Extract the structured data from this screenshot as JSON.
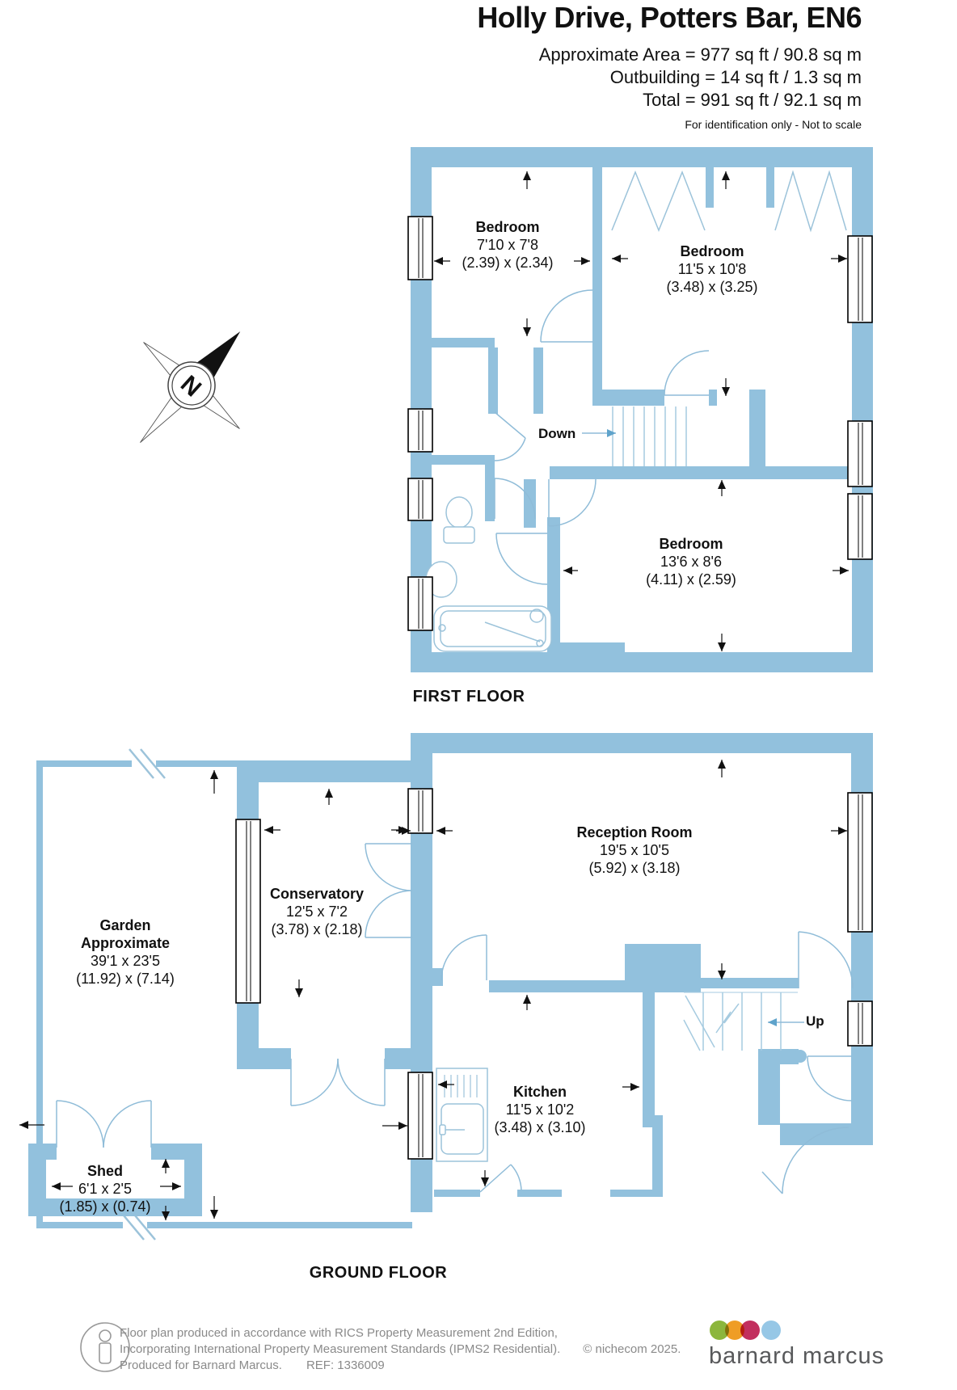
{
  "header": {
    "title": "Holly Drive, Potters Bar, EN6",
    "area_line1": "Approximate Area = 977 sq ft / 90.8 sq m",
    "area_line2": "Outbuilding = 14 sq ft / 1.3 sq m",
    "area_line3": "Total = 991 sq ft / 92.1 sq m",
    "disclaimer": "For identification only - Not to scale"
  },
  "compass": {
    "north_label": "N"
  },
  "first_floor": {
    "label": "FIRST FLOOR",
    "stairs_label": "Down",
    "rooms": [
      {
        "name": "Bedroom",
        "dims_ft": "7'10 x 7'8",
        "dims_m": "(2.39) x (2.34)"
      },
      {
        "name": "Bedroom",
        "dims_ft": "11'5 x 10'8",
        "dims_m": "(3.48) x (3.25)"
      },
      {
        "name": "Bedroom",
        "dims_ft": "13'6 x 8'6",
        "dims_m": "(4.11) x (2.59)"
      }
    ]
  },
  "ground_floor": {
    "label": "GROUND FLOOR",
    "stairs_label": "Up",
    "rooms": [
      {
        "name": "Reception Room",
        "dims_ft": "19'5 x 10'5",
        "dims_m": "(5.92) x (3.18)"
      },
      {
        "name": "Conservatory",
        "dims_ft": "12'5 x 7'2",
        "dims_m": "(3.78) x (2.18)"
      },
      {
        "name": "Garden",
        "name2": "Approximate",
        "dims_ft": "39'1 x 23'5",
        "dims_m": "(11.92) x (7.14)"
      },
      {
        "name": "Kitchen",
        "dims_ft": "11'5 x 10'2",
        "dims_m": "(3.48) x (3.10)"
      },
      {
        "name": "Shed",
        "dims_ft": "6'1 x 2'5",
        "dims_m": "(1.85) x (0.74)"
      }
    ]
  },
  "footer": {
    "line1": "Floor plan produced in accordance with RICS Property Measurement 2nd Edition,",
    "line2": "Incorporating International Property Measurement Standards (IPMS2 Residential).",
    "credit": "© nichecom 2025.",
    "line3": "Produced for Barnard Marcus.",
    "ref": "REF:  1336009",
    "logo": {
      "text": "barnard marcus",
      "colors": [
        "#8cb63c",
        "#ef9d25",
        "#c22f5e",
        "#96c7e6"
      ]
    }
  },
  "colors": {
    "wall": "#92c1dd",
    "door_arc": "#8fbcd8",
    "fixture": "#9cc3da"
  }
}
